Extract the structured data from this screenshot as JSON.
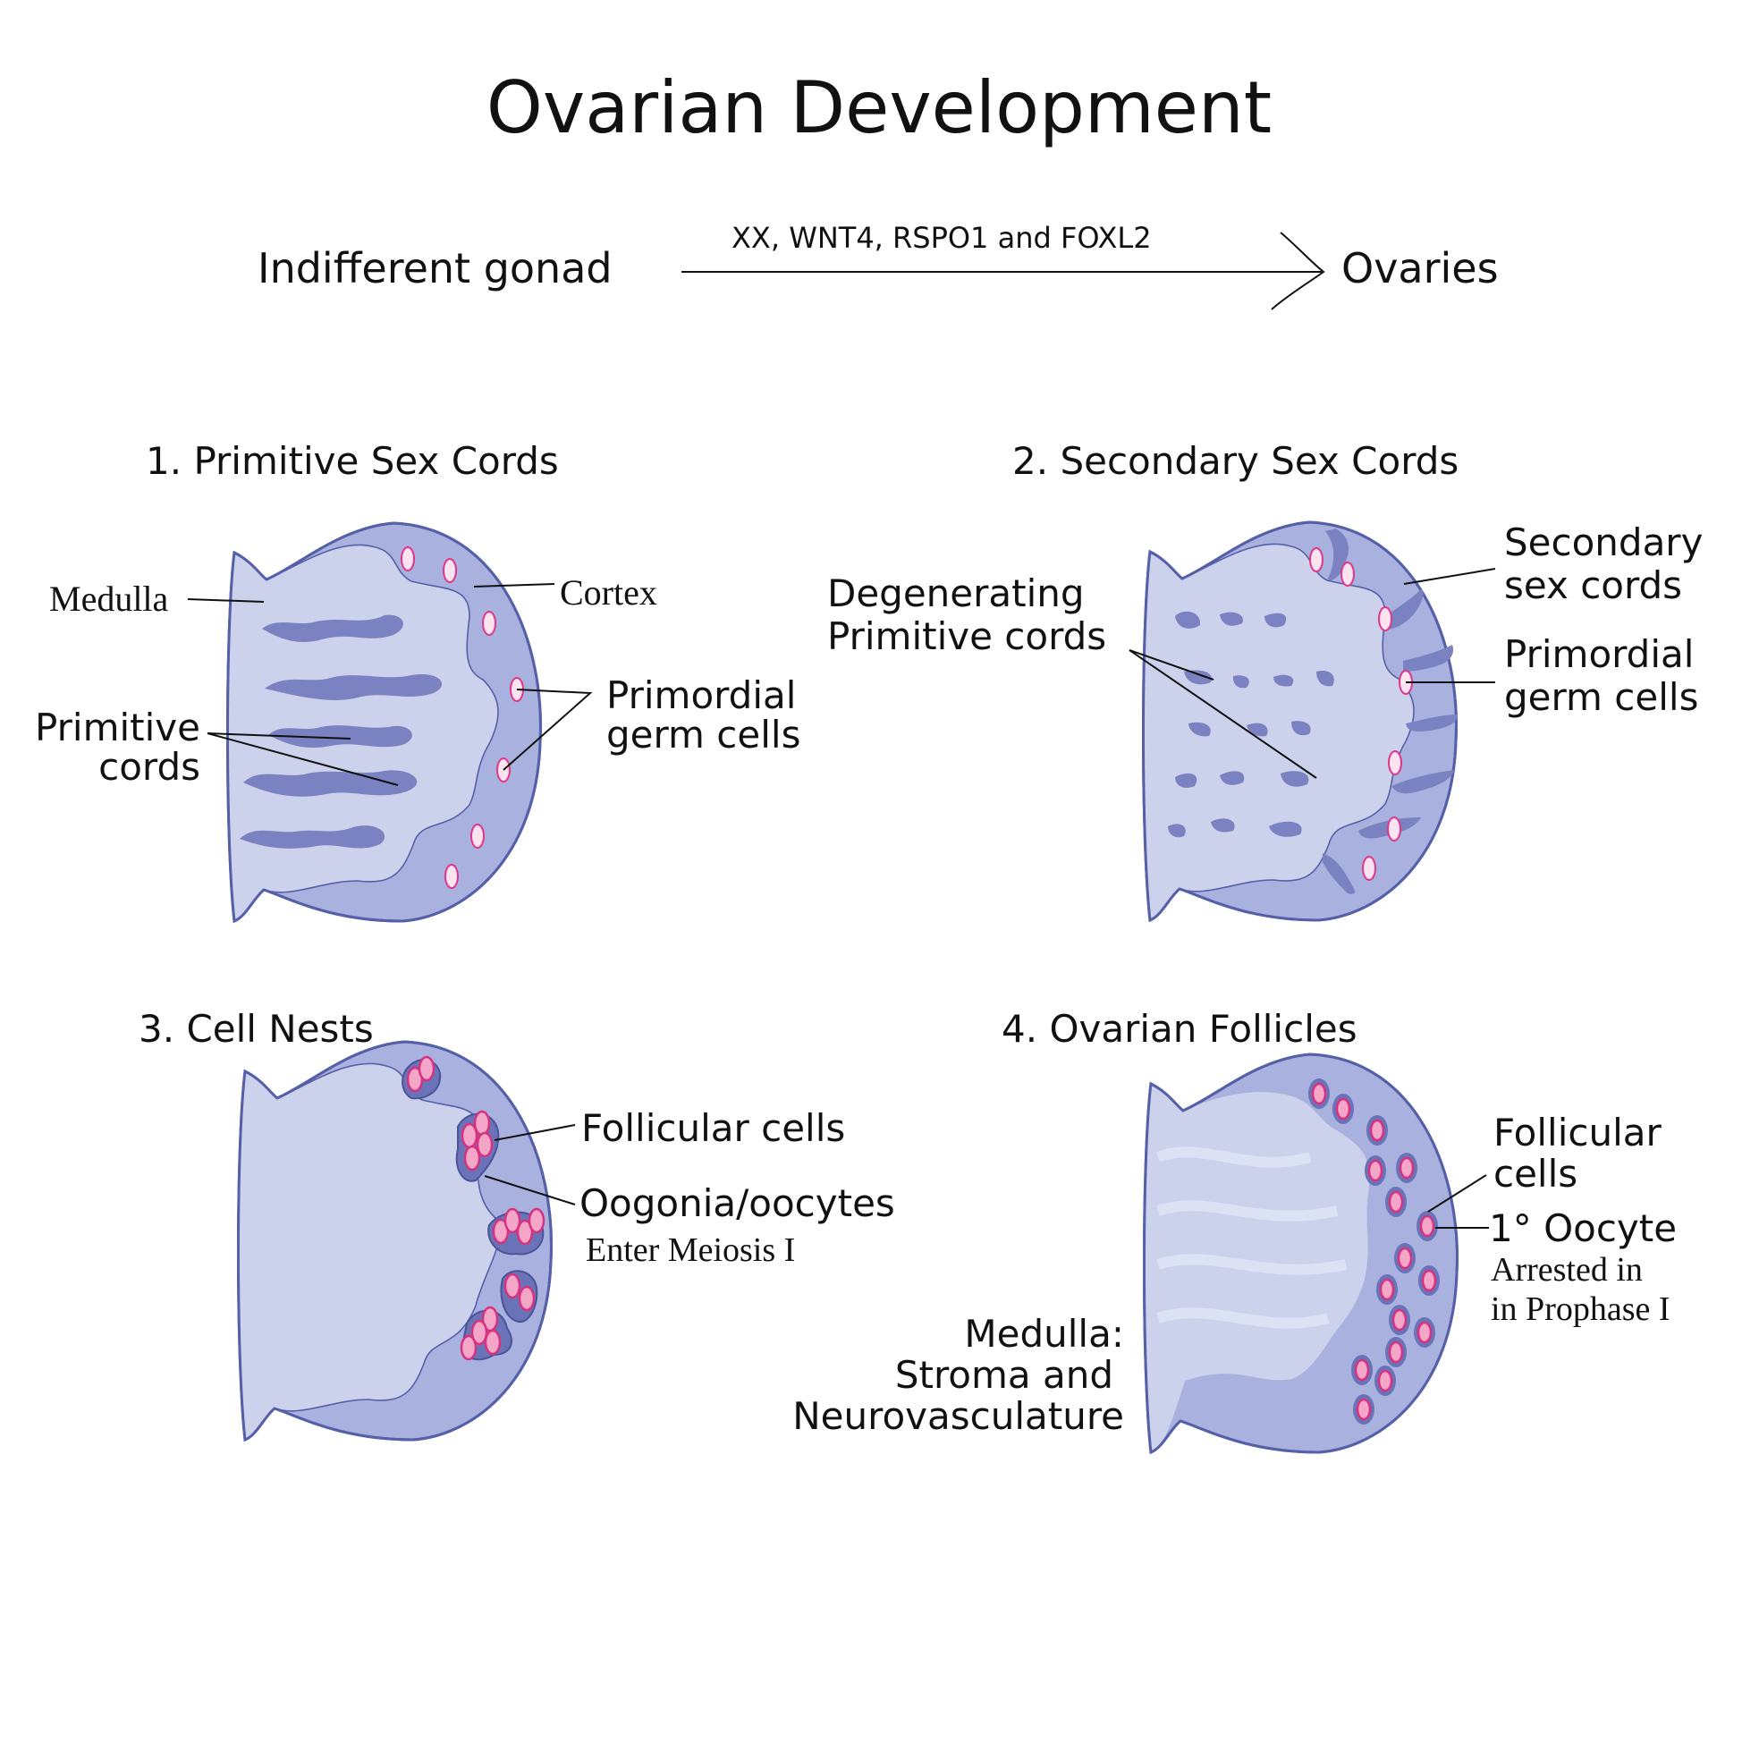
{
  "title": "Ovarian Development",
  "pathway": {
    "start": "Indifferent gonad",
    "factors": "XX,  WNT4, RSPO1 and FOXL2",
    "end": "Ovaries"
  },
  "panels": [
    {
      "number": "1.",
      "heading": "Primitive Sex Cords",
      "labels": {
        "medulla": "Medulla",
        "cortex": "Cortex",
        "primordial_line1": "Primordial",
        "primordial_line2": "germ cells",
        "primitive_line1": "Primitive",
        "primitive_line2": "cords"
      }
    },
    {
      "number": "2.",
      "heading": "Secondary Sex Cords",
      "labels": {
        "degenerating_line1": "Degenerating",
        "degenerating_line2": "Primitive cords",
        "secondary_line1": "Secondary",
        "secondary_line2": "sex cords",
        "primordial_line1": "Primordial",
        "primordial_line2": "germ cells"
      }
    },
    {
      "number": "3.",
      "heading": "Cell Nests",
      "labels": {
        "follicular": "Follicular cells",
        "oogonia": "Oogonia/oocytes",
        "meiosis": "Enter Meiosis I"
      }
    },
    {
      "number": "4.",
      "heading": "Ovarian Follicles",
      "labels": {
        "follicular_line1": "Follicular",
        "follicular_line2": "cells",
        "oocyte": "1° Oocyte",
        "arrested_line1": "Arrested in",
        "arrested_line2": "in Prophase I",
        "medulla_line1": "Medulla:",
        "medulla_line2": "Stroma and",
        "medulla_line3": "Neurovasculature"
      }
    }
  ],
  "colors": {
    "medulla": "#cdd2ec",
    "cortex": "#a9b2de",
    "cords": "#7a82c2",
    "outline": "#5560a8",
    "germ_cell_stroke": "#e0368a",
    "oocyte_fill": "#f4a6c8"
  }
}
